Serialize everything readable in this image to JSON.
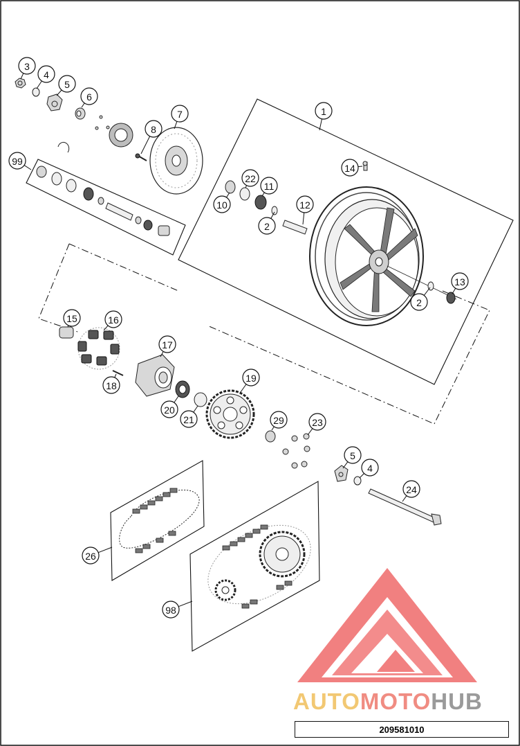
{
  "document_number": "209581010",
  "watermark": {
    "parts": [
      {
        "text": "AUTO",
        "color": "#f2c873"
      },
      {
        "text": "MOTO",
        "color": "#f08c82"
      },
      {
        "text": "HUB",
        "color": "#9a9a9a"
      }
    ],
    "logo_color": "#ef6a6a"
  },
  "callouts": [
    {
      "id": "c1",
      "label": "1"
    },
    {
      "id": "c2a",
      "label": "2"
    },
    {
      "id": "c2b",
      "label": "2"
    },
    {
      "id": "c3",
      "label": "3"
    },
    {
      "id": "c4a",
      "label": "4"
    },
    {
      "id": "c4b",
      "label": "4"
    },
    {
      "id": "c5a",
      "label": "5"
    },
    {
      "id": "c5b",
      "label": "5"
    },
    {
      "id": "c6",
      "label": "6"
    },
    {
      "id": "c7",
      "label": "7"
    },
    {
      "id": "c8",
      "label": "8"
    },
    {
      "id": "c10",
      "label": "10"
    },
    {
      "id": "c11",
      "label": "11"
    },
    {
      "id": "c12",
      "label": "12"
    },
    {
      "id": "c13",
      "label": "13"
    },
    {
      "id": "c14",
      "label": "14"
    },
    {
      "id": "c15",
      "label": "15"
    },
    {
      "id": "c16",
      "label": "16"
    },
    {
      "id": "c17",
      "label": "17"
    },
    {
      "id": "c18",
      "label": "18"
    },
    {
      "id": "c19",
      "label": "19"
    },
    {
      "id": "c20",
      "label": "20"
    },
    {
      "id": "c21",
      "label": "21"
    },
    {
      "id": "c22",
      "label": "22"
    },
    {
      "id": "c23",
      "label": "23"
    },
    {
      "id": "c24",
      "label": "24"
    },
    {
      "id": "c26",
      "label": "26"
    },
    {
      "id": "c29",
      "label": "29"
    },
    {
      "id": "c98",
      "label": "98"
    },
    {
      "id": "c99",
      "label": "99"
    }
  ]
}
